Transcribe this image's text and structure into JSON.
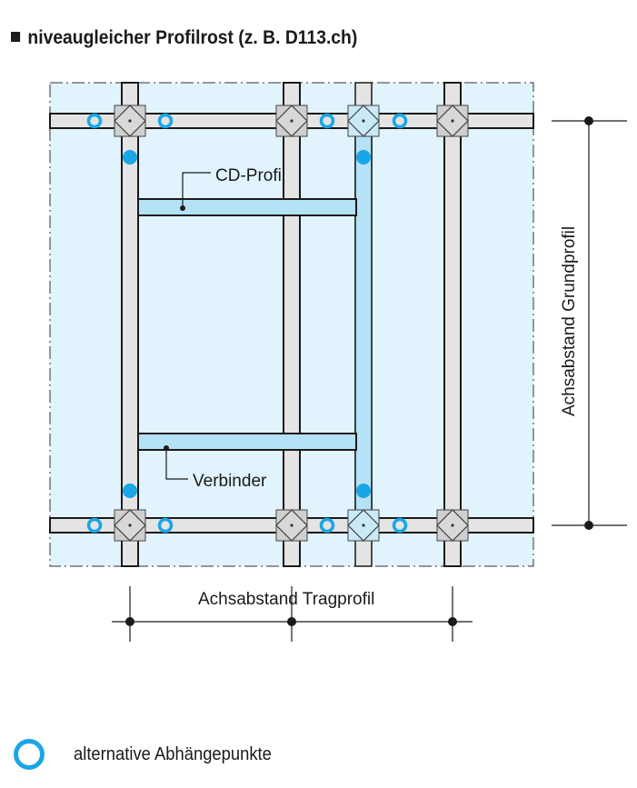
{
  "title": "niveaugleicher Profilrost (z. B. D113.ch)",
  "labels": {
    "cd_profil": "CD-Profil",
    "verbinder": "Verbinder",
    "achsabstand_grundprofil": "Achsabstand Grundprofil",
    "achsabstand_tragprofil": "Achsabstand Tragprofil"
  },
  "legend": {
    "icon": "open-circle-icon",
    "text": "alternative Abhängepunkte"
  },
  "colors": {
    "panel": "#e1f3fc",
    "profile": "#e4e4e4",
    "cd_profile": "#b5e2f7",
    "hanger": "#19a6e6",
    "line": "#1a1a1a"
  }
}
